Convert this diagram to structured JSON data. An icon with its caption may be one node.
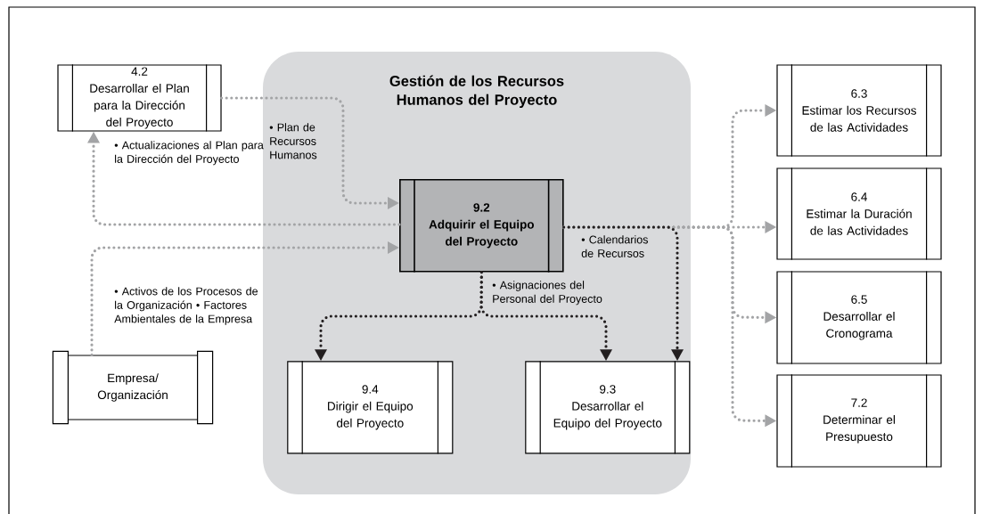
{
  "diagram": {
    "nodes": [
      {
        "text": [
          "Gestión de los Recursos Humanos del Proyecto"
        ]
      },
      {
        "text": [
          "4.2",
          "Desarrollar el Plan para la Dirección del Proyecto"
        ]
      },
      {
        "text": [
          "9.2",
          "Adquirir el Equipo del Proyecto"
        ],
        "in": 0
      },
      {
        "text": [
          "Empresa/ Organización"
        ]
      },
      {
        "text": [
          "9.4",
          "Dirigir el Equipo del Proyecto"
        ],
        "in": 0
      },
      {
        "text": [
          "9.3",
          "Desarrollar el Equipo del Proyecto"
        ],
        "in": 0
      },
      {
        "text": [
          "6.3",
          "Estimar los Recursos de las Actividades"
        ]
      },
      {
        "text": [
          "6.4",
          "Estimar la Duración de las Actividades"
        ]
      },
      {
        "text": [
          "6.5",
          "Desarrollar el Cronograma"
        ]
      },
      {
        "text": [
          "7.2",
          "Determinar el Presupuesto"
        ]
      }
    ],
    "edges": [
      {
        "from": 1,
        "to": 2,
        "arrow": "to",
        "label": "• Plan de Recursos Humanos"
      },
      {
        "from": 2,
        "to": 1,
        "arrow": "to",
        "label": "• Actualizaciones al Plan para la Dirección del Proyecto"
      },
      {
        "from": 3,
        "to": 2,
        "arrow": "to",
        "label": "• Activos de los Procesos de la Organización • Factores Ambientales de la Empresa"
      },
      {
        "from": 2,
        "to": 6,
        "arrow": "to"
      },
      {
        "from": 2,
        "to": 7,
        "arrow": "to"
      },
      {
        "from": 2,
        "to": 8,
        "arrow": "to"
      },
      {
        "from": 2,
        "to": 9,
        "arrow": "to"
      },
      {
        "from": 2,
        "to": 4,
        "arrow": "to",
        "color": "#231f20"
      },
      {
        "from": 2,
        "to": 5,
        "arrow": "to",
        "color": "#231f20",
        "label": "• Asignaciones del Personal del Proyecto"
      },
      {
        "from": 2,
        "to": 5,
        "arrow": "to",
        "color": "#231f20",
        "label": "• Calendarios de Recursos"
      }
    ]
  }
}
